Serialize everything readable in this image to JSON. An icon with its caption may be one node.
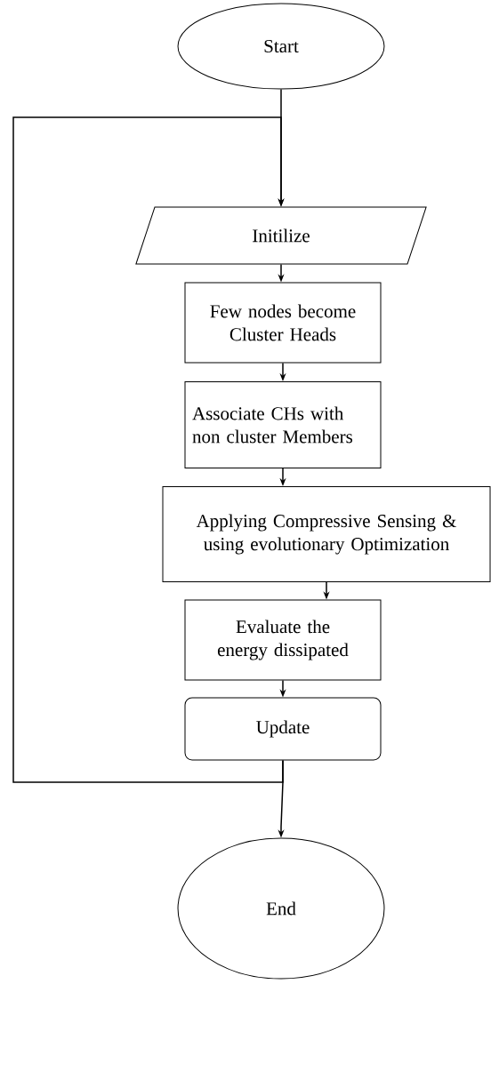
{
  "diagram": {
    "nodes": [
      {
        "text": [
          "Start"
        ]
      },
      {
        "text": [
          "Initilize"
        ]
      },
      {
        "text": [
          "Few nodes become Cluster Heads"
        ]
      },
      {
        "text": [
          "Associate CHs with non cluster Members"
        ]
      },
      {
        "text": [
          "Applying Compressive Sensing & using evolutionary Optimization"
        ]
      },
      {
        "text": [
          "Evaluate the energy dissipated"
        ]
      },
      {
        "text": [
          "Update"
        ]
      },
      {
        "text": [
          "End"
        ]
      }
    ],
    "edges": [
      {
        "from": 0,
        "to": 1,
        "arrow": "to"
      },
      {
        "from": 1,
        "to": 2,
        "arrow": "to"
      },
      {
        "from": 2,
        "to": 3,
        "arrow": "to"
      },
      {
        "from": 3,
        "to": 4,
        "arrow": "to"
      },
      {
        "from": 4,
        "to": 5,
        "arrow": "to"
      },
      {
        "from": 5,
        "to": 6,
        "arrow": "to"
      },
      {
        "from": 6,
        "to": 1,
        "arrow": "to"
      },
      {
        "from": 6,
        "to": 7,
        "arrow": "to"
      }
    ]
  }
}
